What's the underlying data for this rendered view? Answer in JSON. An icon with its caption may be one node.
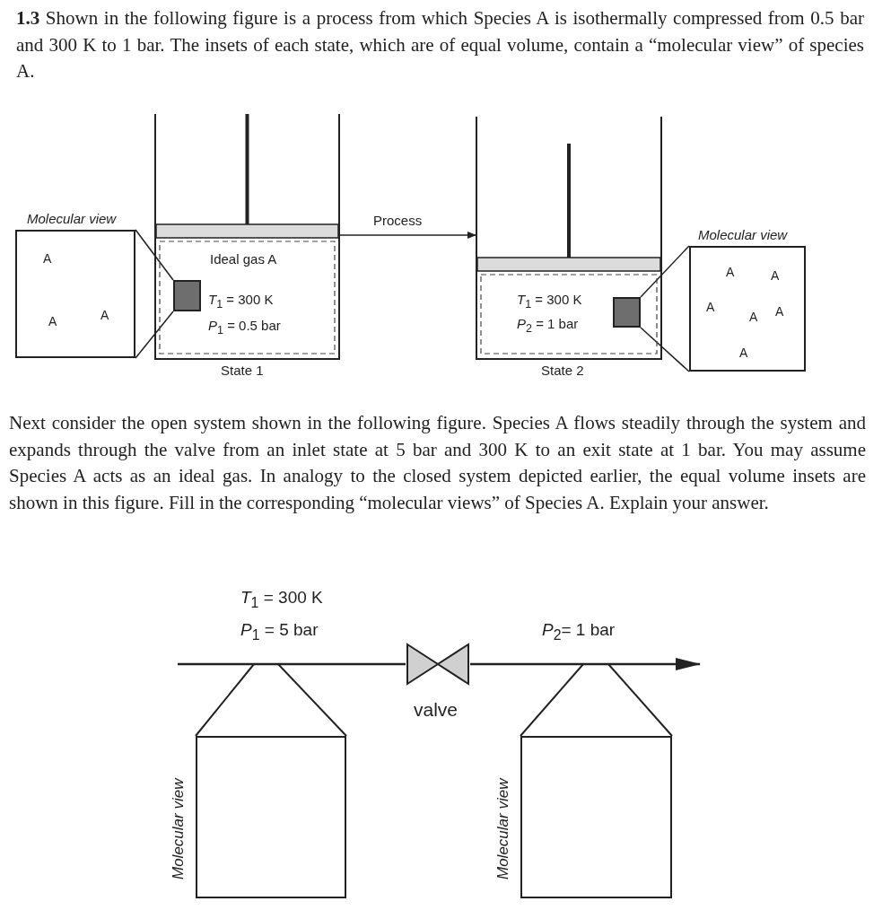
{
  "diagram": {
    "nodes": [
      {
        "text": [
          "Molecular view",
          "A",
          "A",
          "A"
        ]
      },
      {
        "text": [
          "Ideal gas A",
          "*T*$_{1}$ = 300 K",
          "*P*$_{1}$ = 0.5 bar"
        ],
        "beside": [
          "State 1"
        ]
      },
      {
        "text": [],
        "shape": "box",
        "in": 1
      },
      {
        "text": [
          "*T*$_{1}$ = 300 K",
          "*P*$_{2}$ = 1 bar"
        ],
        "beside": [
          "State 2"
        ]
      },
      {
        "text": [],
        "shape": "box",
        "in": 3
      },
      {
        "text": [
          "Molecular view",
          "A",
          "A",
          "A",
          "A",
          "A",
          "A"
        ]
      },
      {
        "text": [
          "valve"
        ]
      },
      {
        "text": [
          "Molecular view"
        ]
      },
      {
        "text": [
          "Molecular view"
        ]
      }
    ],
    "edges": [
      {
        "from": 1,
        "to": 3,
        "arrow": "to",
        "label": "Process"
      },
      {
        "from": 2,
        "to": 0,
        "arrow": "none"
      },
      {
        "from": 2,
        "to": 0,
        "arrow": "none"
      },
      {
        "from": 4,
        "to": 5,
        "arrow": "none"
      },
      {
        "from": 4,
        "to": 5,
        "arrow": "none"
      },
      {
        "from": null,
        "to": 6,
        "arrow": "none"
      },
      {
        "from": 6,
        "to": null,
        "arrow": "to"
      },
      {
        "from": null,
        "to": 7,
        "arrow": "none"
      },
      {
        "from": null,
        "to": 7,
        "arrow": "none"
      },
      {
        "from": null,
        "to": 8,
        "arrow": "none"
      },
      {
        "from": null,
        "to": 8,
        "arrow": "none"
      }
    ],
    "labels": [
      "**1.3** Shown in the following figure is a process from which Species A is isothermally compressed from 0.5 bar and 300 K to 1 bar. The insets of each state, which are of equal volume, contain a “molecular view” of species A.",
      "Next consider the open system shown in the following figure. Species A flows steadily through the system and expands through the valve from an inlet state at 5 bar and 300 K to an exit state at 1 bar. You may assume Species A acts as an ideal gas. In analogy to the closed system depicted earlier, the equal volume insets are shown in this figure. Fill in the corresponding “molecular views” of Species A. Explain your answer.",
      "*T*$_{1}$ = 300 K",
      "*P*$_{1}$ = 5 bar",
      "*P*$_{2}$= 1 bar"
    ]
  }
}
